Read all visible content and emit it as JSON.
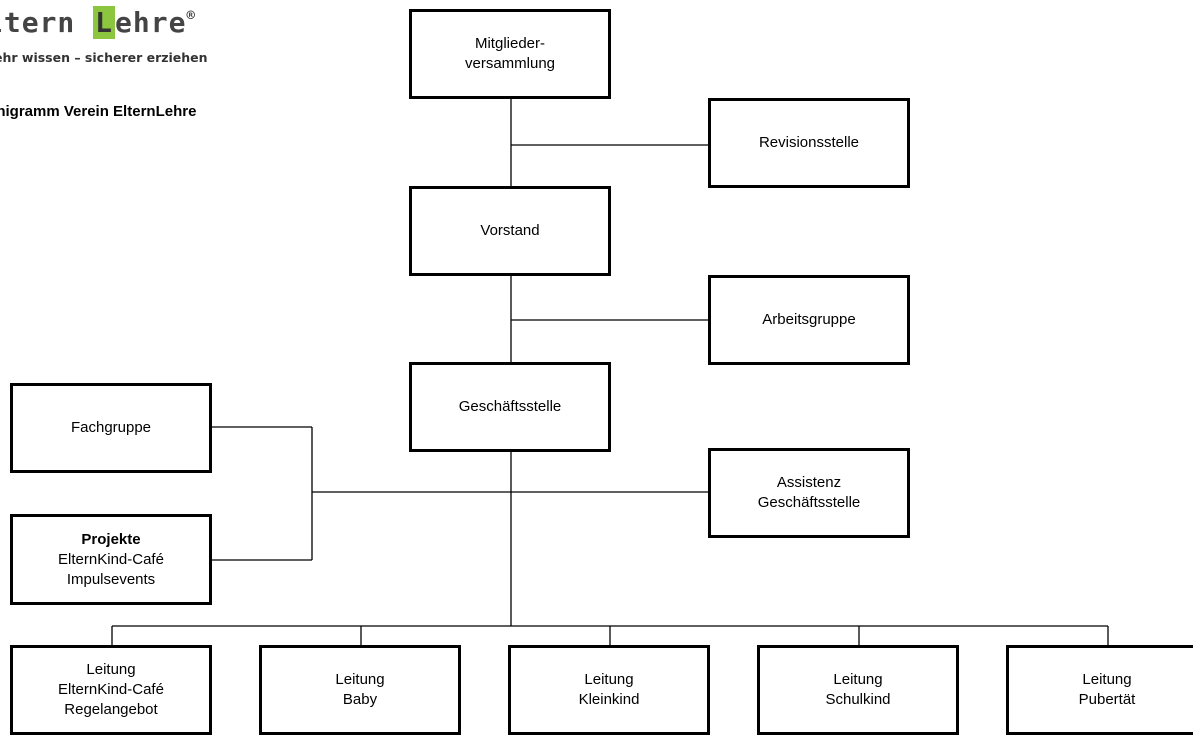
{
  "logo": {
    "part1": "ltern ",
    "highlight": "L",
    "part2": "ehre",
    "registered": "®",
    "tagline": "ehr wissen – sicherer erziehen"
  },
  "title": "anigramm Verein ElternLehre",
  "nodes": {
    "mitglieder": {
      "line1": "Mitglieder-",
      "line2": "versammlung"
    },
    "revision": {
      "line1": "Revisionsstelle"
    },
    "vorstand": {
      "line1": "Vorstand"
    },
    "arbeitsgruppe": {
      "line1": "Arbeitsgruppe"
    },
    "geschaeftsstelle": {
      "line1": "Geschäftsstelle"
    },
    "fachgruppe": {
      "line1": "Fachgruppe"
    },
    "assistenz": {
      "line1": "Assistenz",
      "line2": "Geschäftsstelle"
    },
    "projekte": {
      "line1": "Projekte",
      "line2": "ElternKind-Café",
      "line3": "Impulsevents"
    },
    "leitung_cafe": {
      "line1": "Leitung",
      "line2": "ElternKind-Café",
      "line3": "Regelangebot"
    },
    "leitung_baby": {
      "line1": "Leitung",
      "line2": "Baby"
    },
    "leitung_kleinkind": {
      "line1": "Leitung",
      "line2": "Kleinkind"
    },
    "leitung_schulkind": {
      "line1": "Leitung",
      "line2": "Schulkind"
    },
    "leitung_pubertaet": {
      "line1": "Leitung",
      "line2": "Pubertät"
    }
  }
}
